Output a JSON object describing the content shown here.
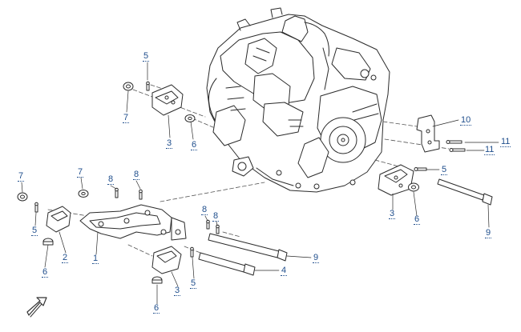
{
  "diagram": {
    "callouts": [
      {
        "id": "c-5a",
        "label": "5"
      },
      {
        "id": "c-7a",
        "label": "7"
      },
      {
        "id": "c-3a",
        "label": "3"
      },
      {
        "id": "c-6a",
        "label": "6"
      },
      {
        "id": "c-10",
        "label": "10"
      },
      {
        "id": "c-11a",
        "label": "11"
      },
      {
        "id": "c-11b",
        "label": "11"
      },
      {
        "id": "c-5b",
        "label": "5"
      },
      {
        "id": "c-3b",
        "label": "3"
      },
      {
        "id": "c-6b",
        "label": "6"
      },
      {
        "id": "c-9b",
        "label": "9"
      },
      {
        "id": "c-7b",
        "label": "7"
      },
      {
        "id": "c-7c",
        "label": "7"
      },
      {
        "id": "c-8a",
        "label": "8"
      },
      {
        "id": "c-8b",
        "label": "8"
      },
      {
        "id": "c-8c",
        "label": "8"
      },
      {
        "id": "c-8d",
        "label": "8"
      },
      {
        "id": "c-5c",
        "label": "5"
      },
      {
        "id": "c-2",
        "label": "2"
      },
      {
        "id": "c-1",
        "label": "1"
      },
      {
        "id": "c-6c",
        "label": "6"
      },
      {
        "id": "c-9a",
        "label": "9"
      },
      {
        "id": "c-4",
        "label": "4"
      },
      {
        "id": "c-5d",
        "label": "5"
      },
      {
        "id": "c-3c",
        "label": "3"
      },
      {
        "id": "c-6d",
        "label": "6"
      }
    ],
    "colors": {
      "callout": "#1f4e8c",
      "line": "#2b2b2b",
      "fill": "#ffffff"
    },
    "icons": {
      "orientation": "front-direction-arrow-icon"
    }
  }
}
